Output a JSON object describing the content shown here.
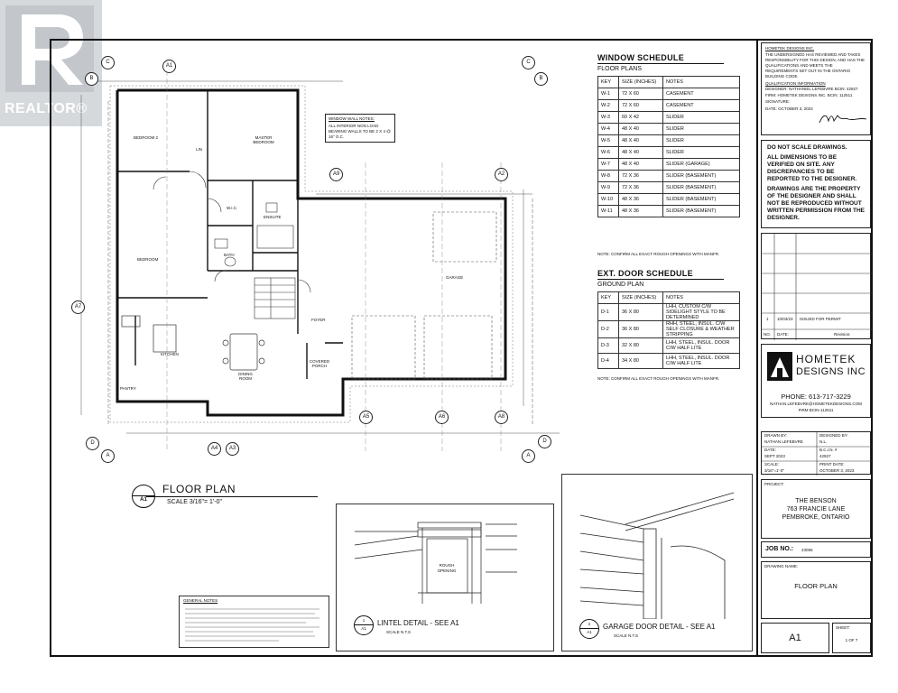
{
  "watermark": {
    "text": "REALTOR®"
  },
  "floor_plan": {
    "title": "FLOOR PLAN",
    "scale": "SCALE 3/16\"= 1'-0\"",
    "ref": "A1",
    "rooms": {
      "bedroom2": "BEDROOM 2",
      "master": "MASTER BEDROOM",
      "wic": "W.I.C.",
      "ensuite": "ENSUITE",
      "bath": "BATH",
      "bedroom": "BEDROOM",
      "kitchen": "KITCHEN",
      "dining": "DINING ROOM",
      "foyer": "FOYER",
      "covered_porch": "COVERED PORCH",
      "garage": "GARAGE",
      "pantry": "PANTRY",
      "lin": "LIN"
    },
    "notes_box": {
      "title": "WINDOW WALL NOTES:",
      "text": "ALL INTERIOR NON LOAD BEARING WALLS TO BE 2 X 4 @ 16\" O.C."
    }
  },
  "window_schedule": {
    "title": "WINDOW SCHEDULE",
    "subtitle": "FLOOR PLANS",
    "headers": [
      "KEY",
      "SIZE (INCHES)",
      "NOTES"
    ],
    "rows": [
      [
        "W-1",
        "72 X 60",
        "CASEMENT"
      ],
      [
        "W-2",
        "72 X 60",
        "CASEMENT"
      ],
      [
        "W-3",
        "60 X 42",
        "SLIDER"
      ],
      [
        "W-4",
        "48 X 40",
        "SLIDER"
      ],
      [
        "W-5",
        "48 X 40",
        "SLIDER"
      ],
      [
        "W-6",
        "48 X 40",
        "SLIDER"
      ],
      [
        "W-7",
        "48 X 40",
        "SLIDER (GARAGE)"
      ],
      [
        "W-8",
        "72 X 36",
        "SLIDER (BASEMENT)"
      ],
      [
        "W-9",
        "72 X 36",
        "SLIDER (BASEMENT)"
      ],
      [
        "W-10",
        "48 X 36",
        "SLIDER (BASEMENT)"
      ],
      [
        "W-11",
        "48 X 36",
        "SLIDER (BASEMENT)"
      ]
    ],
    "note": "NOTE: CONFIRM ALL EXACT ROUGH OPENINGS WITH MANFR."
  },
  "door_schedule": {
    "title": "EXT. DOOR SCHEDULE",
    "subtitle": "GROUND PLAN",
    "headers": [
      "KEY",
      "SIZE (INCHES)",
      "NOTES"
    ],
    "rows": [
      [
        "D-1",
        "36 X 80",
        "LHH, CUSTOM C/W SIDELIGHT STYLE TO BE DETERMINED"
      ],
      [
        "D-2",
        "36 X 80",
        "RHH, STEEL, INSUL. C/W SELF CLOSURE & WEATHER STRIPPING"
      ],
      [
        "D-3",
        "32 X 80",
        "LHH, STEEL, INSUL. DOOR C/W HALF LITE"
      ],
      [
        "D-4",
        "34 X 80",
        "LHH, STEEL, INSUL. DOOR C/W HALF LITE"
      ]
    ],
    "note": "NOTE: CONFIRM ALL EXACT ROUGH OPENINGS WITH MANFR."
  },
  "title_block": {
    "firm_header": "HOMETEK DESIGNS INC.",
    "cert_text": "THE UNDERSIGNED HAS REVIEWED AND TAKES RESPONSIBILITY FOR THIS DESIGN, AND HAS THE QUALIFICATIONS AND MEETS THE REQUIREMENTS SET OUT IN THE ONTARIO BUILDING CODE",
    "qualification": "QUALIFICATION INFORMATION",
    "designer": "DESIGNER: NATHANIEL LEFEBVRE BCIN: 42927",
    "firm_line": "FIRM: HOMETEK DESIGNS INC. BCIN: 112511",
    "signature_label": "SIGNATURE:",
    "date_line": "DATE: OCTOBER 3, 2023",
    "warning_1": "DO NOT SCALE DRAWINGS.",
    "warning_2": "ALL DIMENSIONS TO BE VERIFIED ON SITE. ANY DISCREPANCIES TO BE REPORTED TO THE DESIGNER.",
    "warning_3": "DRAWINGS ARE THE PROPERTY OF THE DESIGNER AND SHALL NOT BE REPRODUCED WITHOUT WRITTEN PERMISSION FROM THE DESIGNER.",
    "revision": {
      "no": "1",
      "date": "10/03/23",
      "desc": "ISSUED FOR PERMIT"
    },
    "rev_headers": [
      "NO.",
      "DATE:",
      "Revision:"
    ],
    "company_name_1": "HOMETEK",
    "company_name_2": "DESIGNS INC",
    "phone": "PHONE: 613-717-3229",
    "email": "NATHAN.LEFEBVRE@HOMETEKDESIGNS.COM",
    "firm_bcin": "FIRM BCIN-112511",
    "drawn_by_label": "DRAWN BY:",
    "drawn_by": "NATHAN LEFEBVRE",
    "designed_by_label": "DESIGNED BY:",
    "designed_by": "N.L.",
    "date_label": "DATE:",
    "date": "SEPT 2023",
    "bcin_label": "B.C.I.N. #",
    "bcin": "42927",
    "scale_label": "SCALE:",
    "scale": "3/16\"=1'-0\"",
    "print_date_label": "PRINT DATE:",
    "print_date": "OCTOBER 3, 2023",
    "project_label": "PROJECT:",
    "project_1": "THE BENSON",
    "project_2": "763 FRANCIE LANE",
    "project_3": "PEMBROKE, ONTARIO",
    "job_label": "JOB NO.:",
    "job_no": "23056",
    "drawing_name_label": "DRAWING NAME:",
    "drawing_name": "FLOOR PLAN",
    "sheet_no": "A1",
    "sheet_label": "SHEET:",
    "sheet_count": "1 OF 7"
  },
  "details": {
    "lintel_title": "LINTEL DETAIL - SEE A1",
    "lintel_scale": "SCALE N.T.S",
    "lintel_ref_1": "1",
    "lintel_ref_2": "A1",
    "garage_title": "GARAGE DOOR DETAIL - SEE A1",
    "garage_scale": "SCALE N.T.S",
    "garage_ref_1": "2",
    "garage_ref_2": "A1",
    "rough_opening": "ROUGH OPENING",
    "general_notes_title": "GENERAL NOTES"
  },
  "colors": {
    "line": "#111111",
    "paper": "#ffffff",
    "watermark": "#cfd3d6"
  }
}
